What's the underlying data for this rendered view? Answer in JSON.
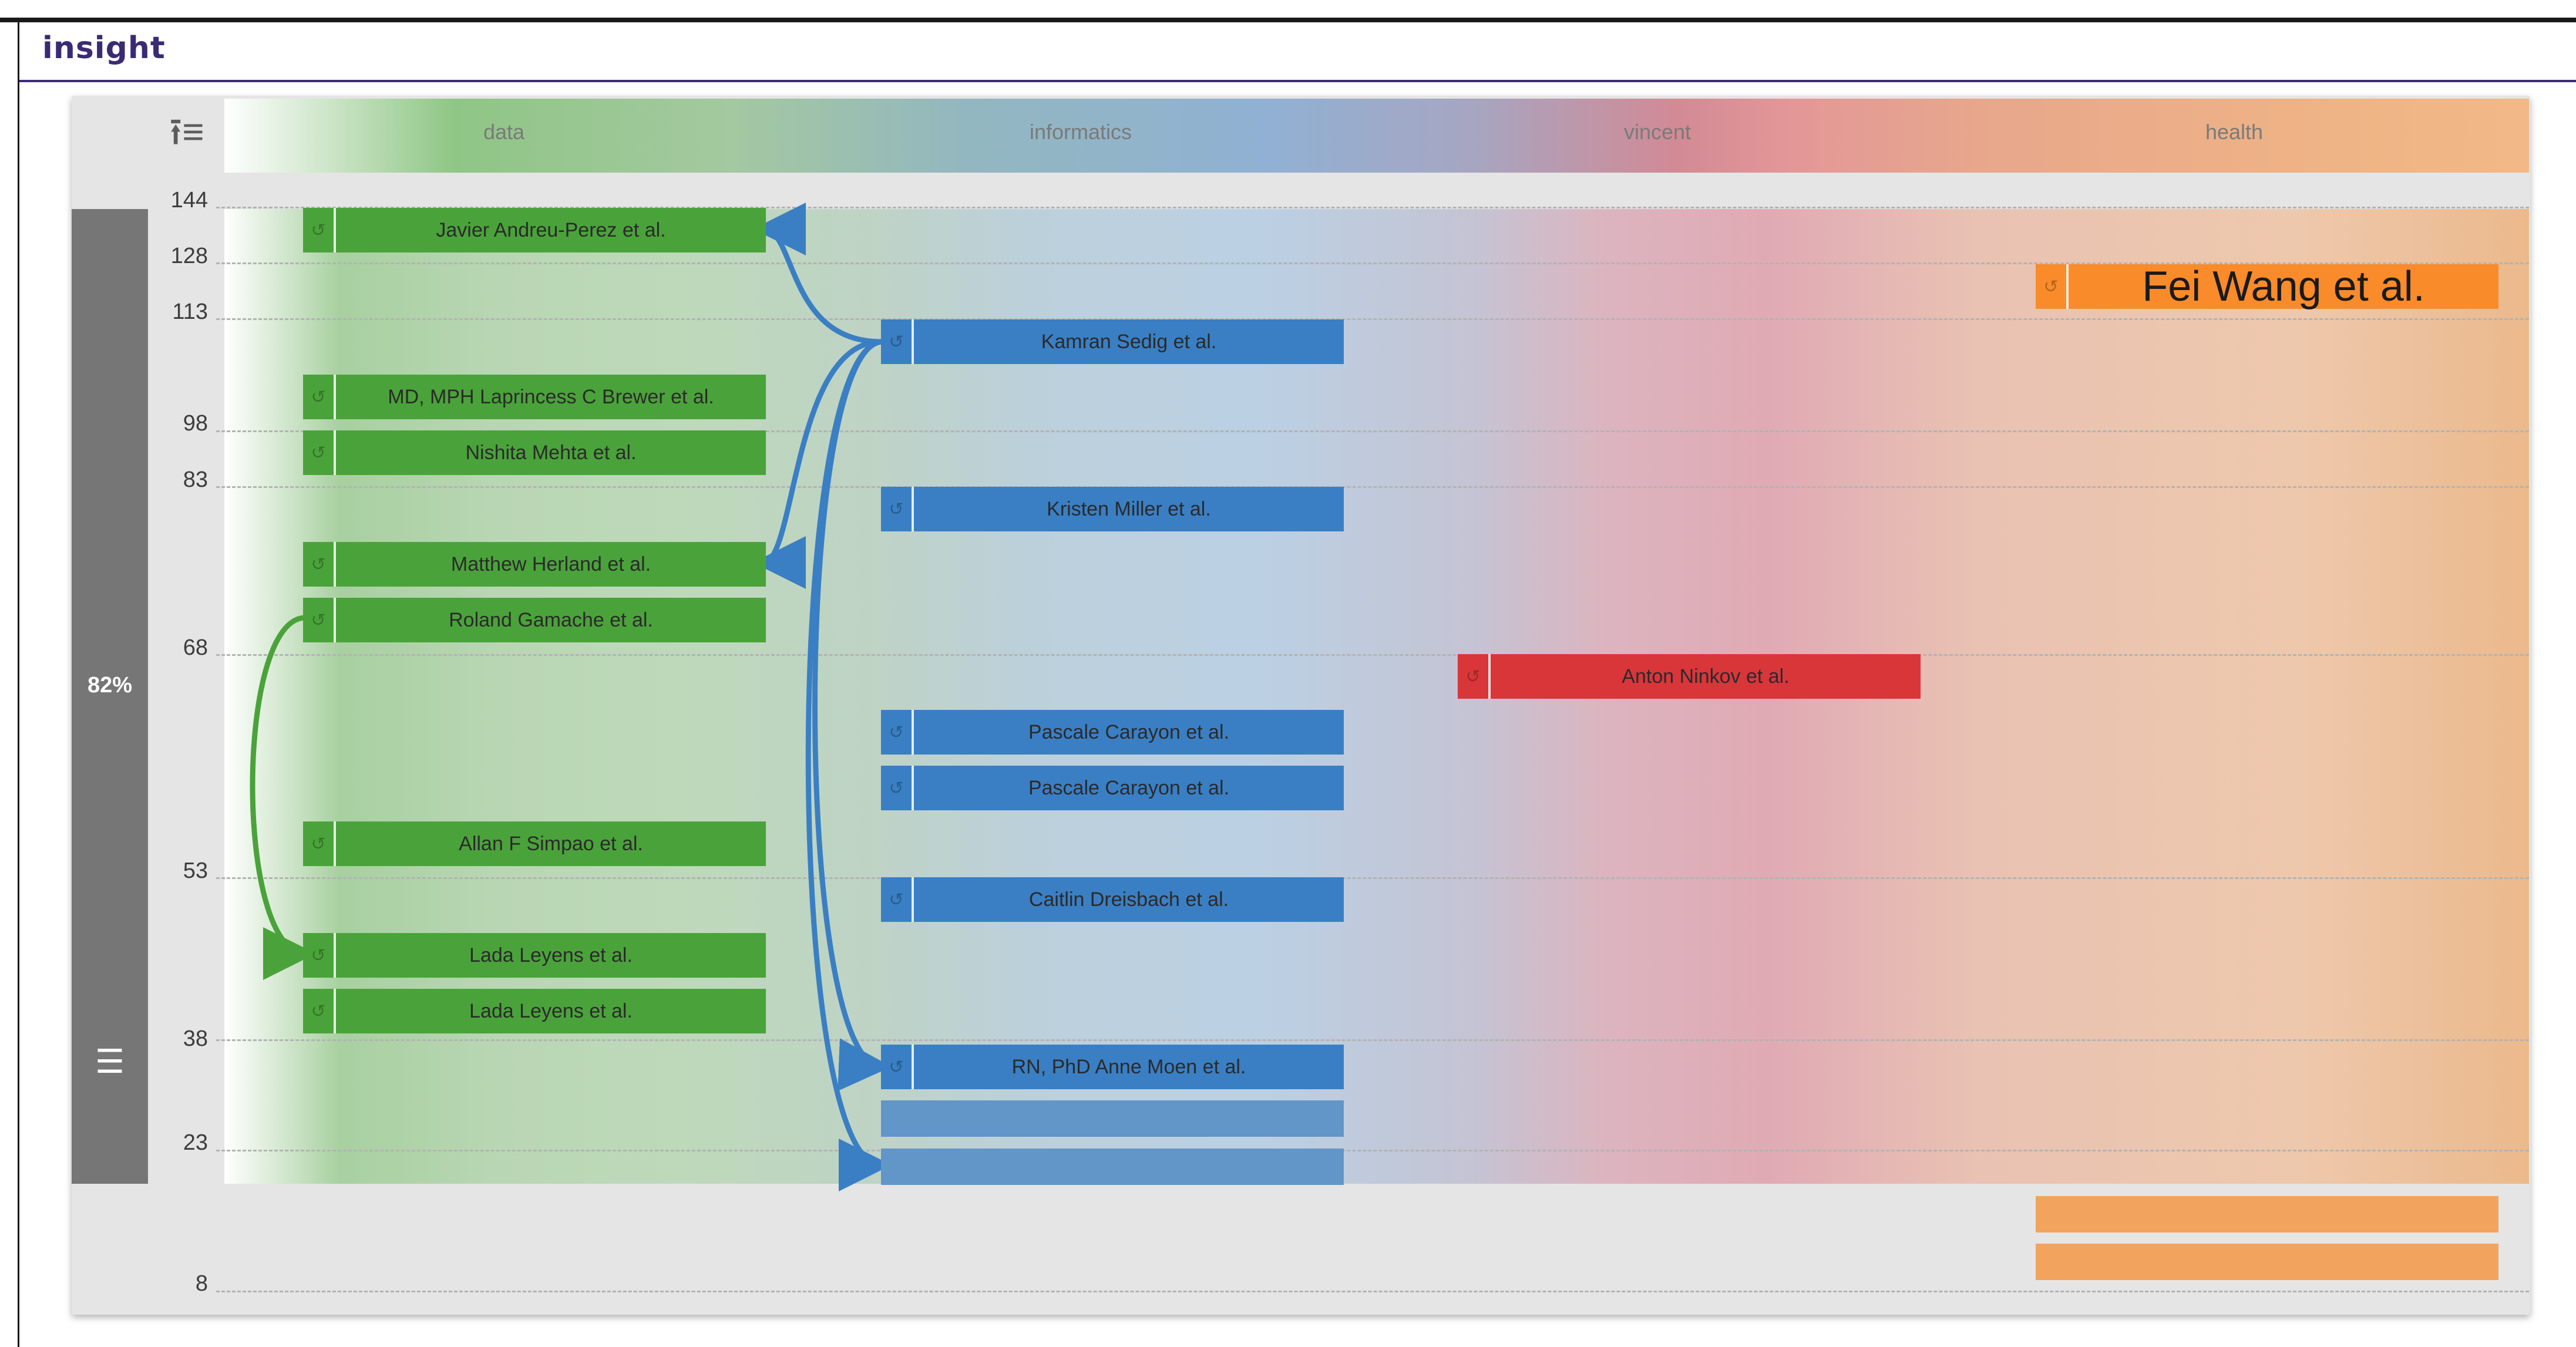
{
  "app": {
    "logo_text": "insight"
  },
  "toolbar": {
    "sort_icon": "sort-ascending-icon",
    "menu_icon": "hamburger-menu-icon"
  },
  "sidebar": {
    "coverage_percent": "82%"
  },
  "columns": [
    {
      "label": "data",
      "color": "#4aa33a"
    },
    {
      "label": "informatics",
      "color": "#3a7fc4"
    },
    {
      "label": "vincent",
      "color": "#d9363a"
    },
    {
      "label": "health",
      "color": "#f98b2a"
    }
  ],
  "y_ticks": [
    "144",
    "128",
    "113",
    "98",
    "83",
    "68",
    "53",
    "38",
    "23",
    "8"
  ],
  "papers": {
    "data": [
      "Javier Andreu-Perez et al.",
      "MD, MPH Laprincess C Brewer et al.",
      "Nishita Mehta et al.",
      "Matthew Herland et al.",
      "Roland Gamache et al.",
      "Allan F Simpao et al.",
      "Lada Leyens et al.",
      "Lada Leyens et al."
    ],
    "informatics": [
      "Kamran Sedig et al.",
      "Kristen Miller et al.",
      "Pascale Carayon et al.",
      "Pascale Carayon et al.",
      "Caitlin Dreisbach et al.",
      "RN, PhD Anne Moen et al."
    ],
    "vincent": [
      "Anton Ninkov et al."
    ],
    "health": [
      "Fei Wang et al."
    ]
  },
  "paper_icon": "share-link-icon",
  "colors": {
    "green": "#4aa33a",
    "blue": "#3a7fc4",
    "red": "#d9363a",
    "orange": "#f98b2a",
    "sidebar": "#767676",
    "brand": "#3a2a73"
  }
}
